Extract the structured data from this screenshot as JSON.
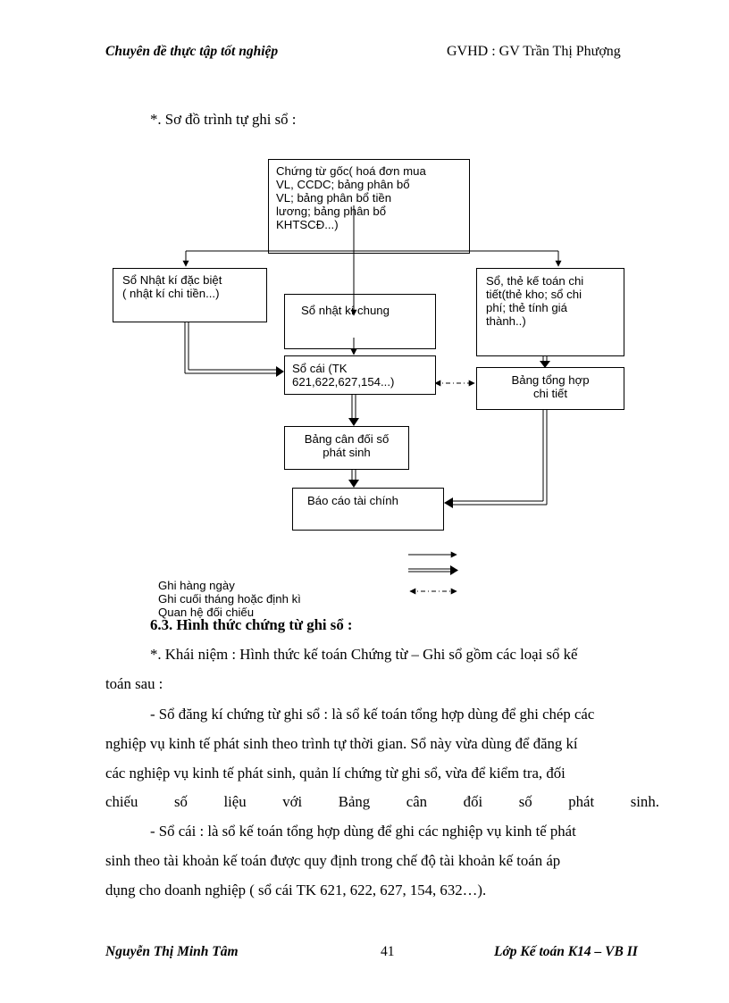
{
  "header": {
    "left": "Chuyên đề thực tập tốt nghiệp",
    "right": "GVHD : GV Trần Thị Phượng"
  },
  "intro_heading": "*. Sơ đồ trình tự ghi sổ :",
  "diagram": {
    "box_source": {
      "lines": [
        "Chứng từ gốc( hoá đơn mua",
        "VL, CCDC; bảng phân bổ",
        "VL; bảng phân bổ tiền",
        "lương;   bảng phân bổ",
        "KHTSCĐ...)"
      ]
    },
    "box_special_journal": {
      "lines": [
        "Sổ Nhật kí đặc biệt",
        "( nhật kí chi tiền...)"
      ]
    },
    "box_general_journal": {
      "lines": [
        "Sổ nhật kí chung"
      ]
    },
    "box_detail_ledger": {
      "lines": [
        "Sổ, thẻ kế toán chi",
        "tiết(thẻ kho; sổ chi",
        "phí; thẻ tính giá",
        "thành..)"
      ]
    },
    "box_ledger": {
      "lines": [
        "Sổ cái (TK",
        "621,622,627,154...)"
      ]
    },
    "box_detail_summary": {
      "lines": [
        "Bảng tổng hợp",
        "chi tiết"
      ]
    },
    "box_trial_balance": {
      "lines": [
        "Bảng cân đối số",
        "phát sinh"
      ]
    },
    "box_financial_report": {
      "lines": [
        "Báo cáo tài chính"
      ]
    }
  },
  "legend": {
    "daily": "Ghi hàng ngày",
    "periodic": "Ghi cuối tháng hoặc định kì",
    "reconcile": "Quan hệ đối chiếu"
  },
  "section_title": "6.3. Hình thức chứng từ ghi sổ :",
  "paragraphs": {
    "concept_line1": "*. Khái niệm : Hình thức kế toán Chứng từ – Ghi sổ gồm các loại sổ kế",
    "concept_line2": "toán sau :",
    "register_line1": "- Sổ đăng kí chứng từ ghi sổ : là sổ kế toán tổng hợp dùng để ghi chép các",
    "register_line2": "nghiệp vụ kinh tế phát sinh theo trình tự thời gian. Sổ này vừa dùng để đăng kí",
    "register_line3": "các nghiệp vụ kinh tế phát sinh, quản lí chứng từ ghi sổ, vừa để kiểm tra, đối",
    "register_line4_words": [
      "chiếu",
      "số",
      "liệu",
      "với",
      "Bảng",
      "cân",
      "đối",
      "số",
      "phát",
      "sinh."
    ],
    "ledger_line1": "- Sổ cái : là sổ kế toán tổng hợp dùng để ghi các nghiệp vụ kinh tế phát",
    "ledger_line2": "sinh theo tài khoản kế toán được quy định trong chế độ tài khoản kế toán áp",
    "ledger_line3": "dụng cho doanh nghiệp ( sổ cái TK 621, 622, 627, 154, 632…)."
  },
  "footer": {
    "left": "Nguyễn Thị Minh Tâm",
    "page_number": "41",
    "right": "Lớp Kế toán K14 – VB II"
  }
}
